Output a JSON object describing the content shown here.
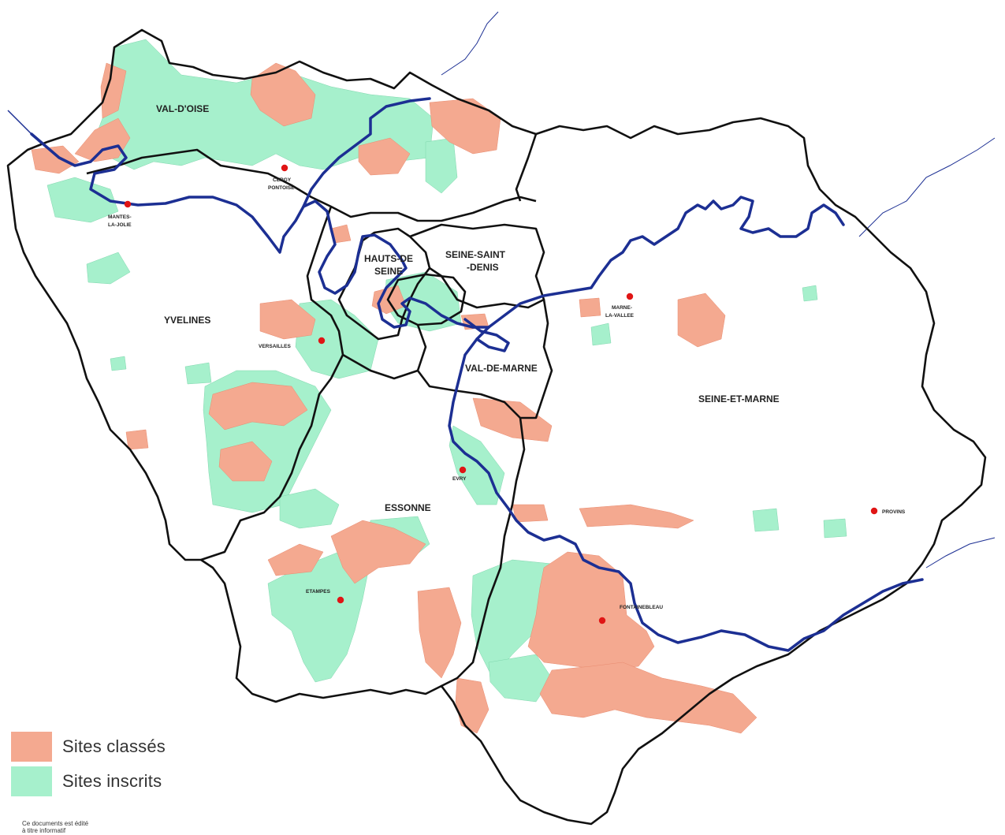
{
  "colors": {
    "classes": "#f4a990",
    "inscrits": "#a6f0cc",
    "boundary": "#111111",
    "river": "#1c2f93",
    "city_dot": "#e01515"
  },
  "departments": {
    "val_doise": "VAL-D'OISE",
    "yvelines": "YVELINES",
    "hauts_de_seine_1": "HAUTS-DE",
    "hauts_de_seine_2": "SEINE",
    "seine_saint_denis_1": "SEINE-SAINT",
    "seine_saint_denis_2": "-DENIS",
    "val_de_marne": "VAL-DE-MARNE",
    "essonne": "ESSONNE",
    "seine_et_marne": "SEINE-ET-MARNE"
  },
  "cities": {
    "cergy_1": "CERGY",
    "cergy_2": "PONTOISE",
    "mantes_1": "MANTES-",
    "mantes_2": "LA-JOLIE",
    "versailles": "VERSAILLES",
    "marne_1": "MARNE-",
    "marne_2": "LA-VALLEE",
    "evry": "EVRY",
    "provins": "PROVINS",
    "etampes": "ETAMPES",
    "fontainebleau": "FONTAINEBLEAU"
  },
  "legend": {
    "classes_label": "Sites classés",
    "inscrits_label": "Sites inscrits"
  },
  "disclaimer": {
    "line1": "Ce documents est édité",
    "line2": "à titre informatif"
  }
}
